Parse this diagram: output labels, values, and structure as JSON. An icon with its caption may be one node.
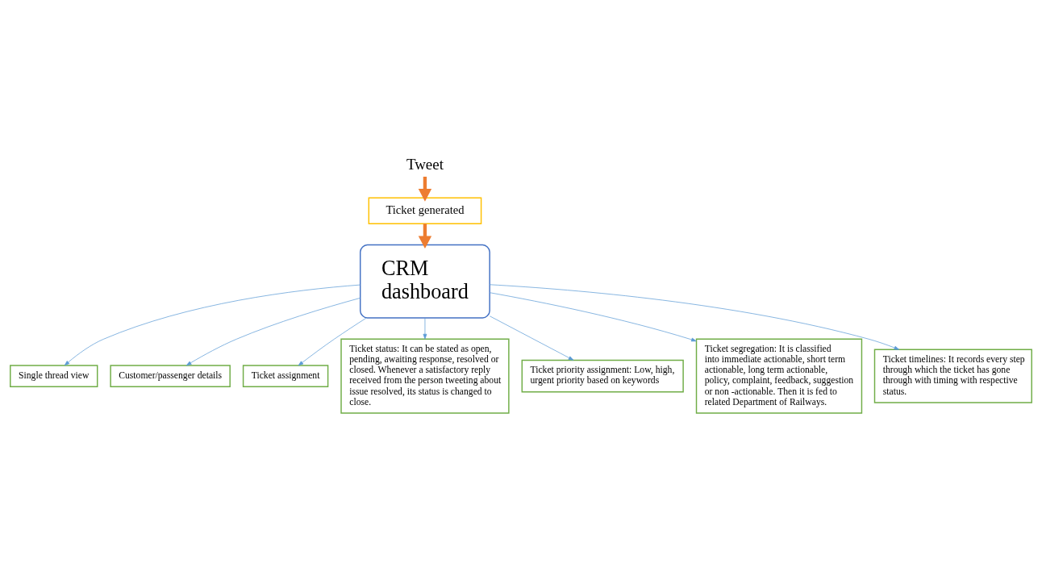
{
  "diagram": {
    "nodes": [
      {
        "text": [
          "Tweet"
        ]
      },
      {
        "text": [
          "Ticket generated"
        ]
      },
      {
        "text": [
          "CRM dashboard"
        ]
      },
      {
        "text": [
          "Single thread view"
        ]
      },
      {
        "text": [
          "Customer/passenger details"
        ]
      },
      {
        "text": [
          "Ticket assignment"
        ]
      },
      {
        "text": [
          "Ticket status: It can be stated as open, pending, awaiting response, resolved or closed. Whenever a satisfactory reply received from the person tweeting about issue resolved, its status is changed to close."
        ]
      },
      {
        "text": [
          "Ticket priority assignment: Low, high, urgent priority based on keywords"
        ]
      },
      {
        "text": [
          "Ticket segregation: It is classified into immediate actionable, short term actionable, long term actionable, policy, complaint, feedback, suggestion or non -actionable. Then it is fed to related Department of Railways."
        ]
      },
      {
        "text": [
          "Ticket timelines: It records every step through which the ticket has gone through with timing with respective status."
        ]
      }
    ],
    "edges": [
      {
        "from": 0,
        "to": 1,
        "arrow": "to",
        "style": "thick",
        "color": "#ed7d31"
      },
      {
        "from": 1,
        "to": 2,
        "arrow": "to",
        "style": "thick",
        "color": "#ed7d31"
      },
      {
        "from": 2,
        "to": 3,
        "arrow": "to"
      },
      {
        "from": 2,
        "to": 4,
        "arrow": "to"
      },
      {
        "from": 2,
        "to": 5,
        "arrow": "to"
      },
      {
        "from": 2,
        "to": 6,
        "arrow": "to"
      },
      {
        "from": 2,
        "to": 7,
        "arrow": "to"
      },
      {
        "from": 2,
        "to": 8,
        "arrow": "to"
      },
      {
        "from": 2,
        "to": 9,
        "arrow": "to"
      }
    ]
  }
}
